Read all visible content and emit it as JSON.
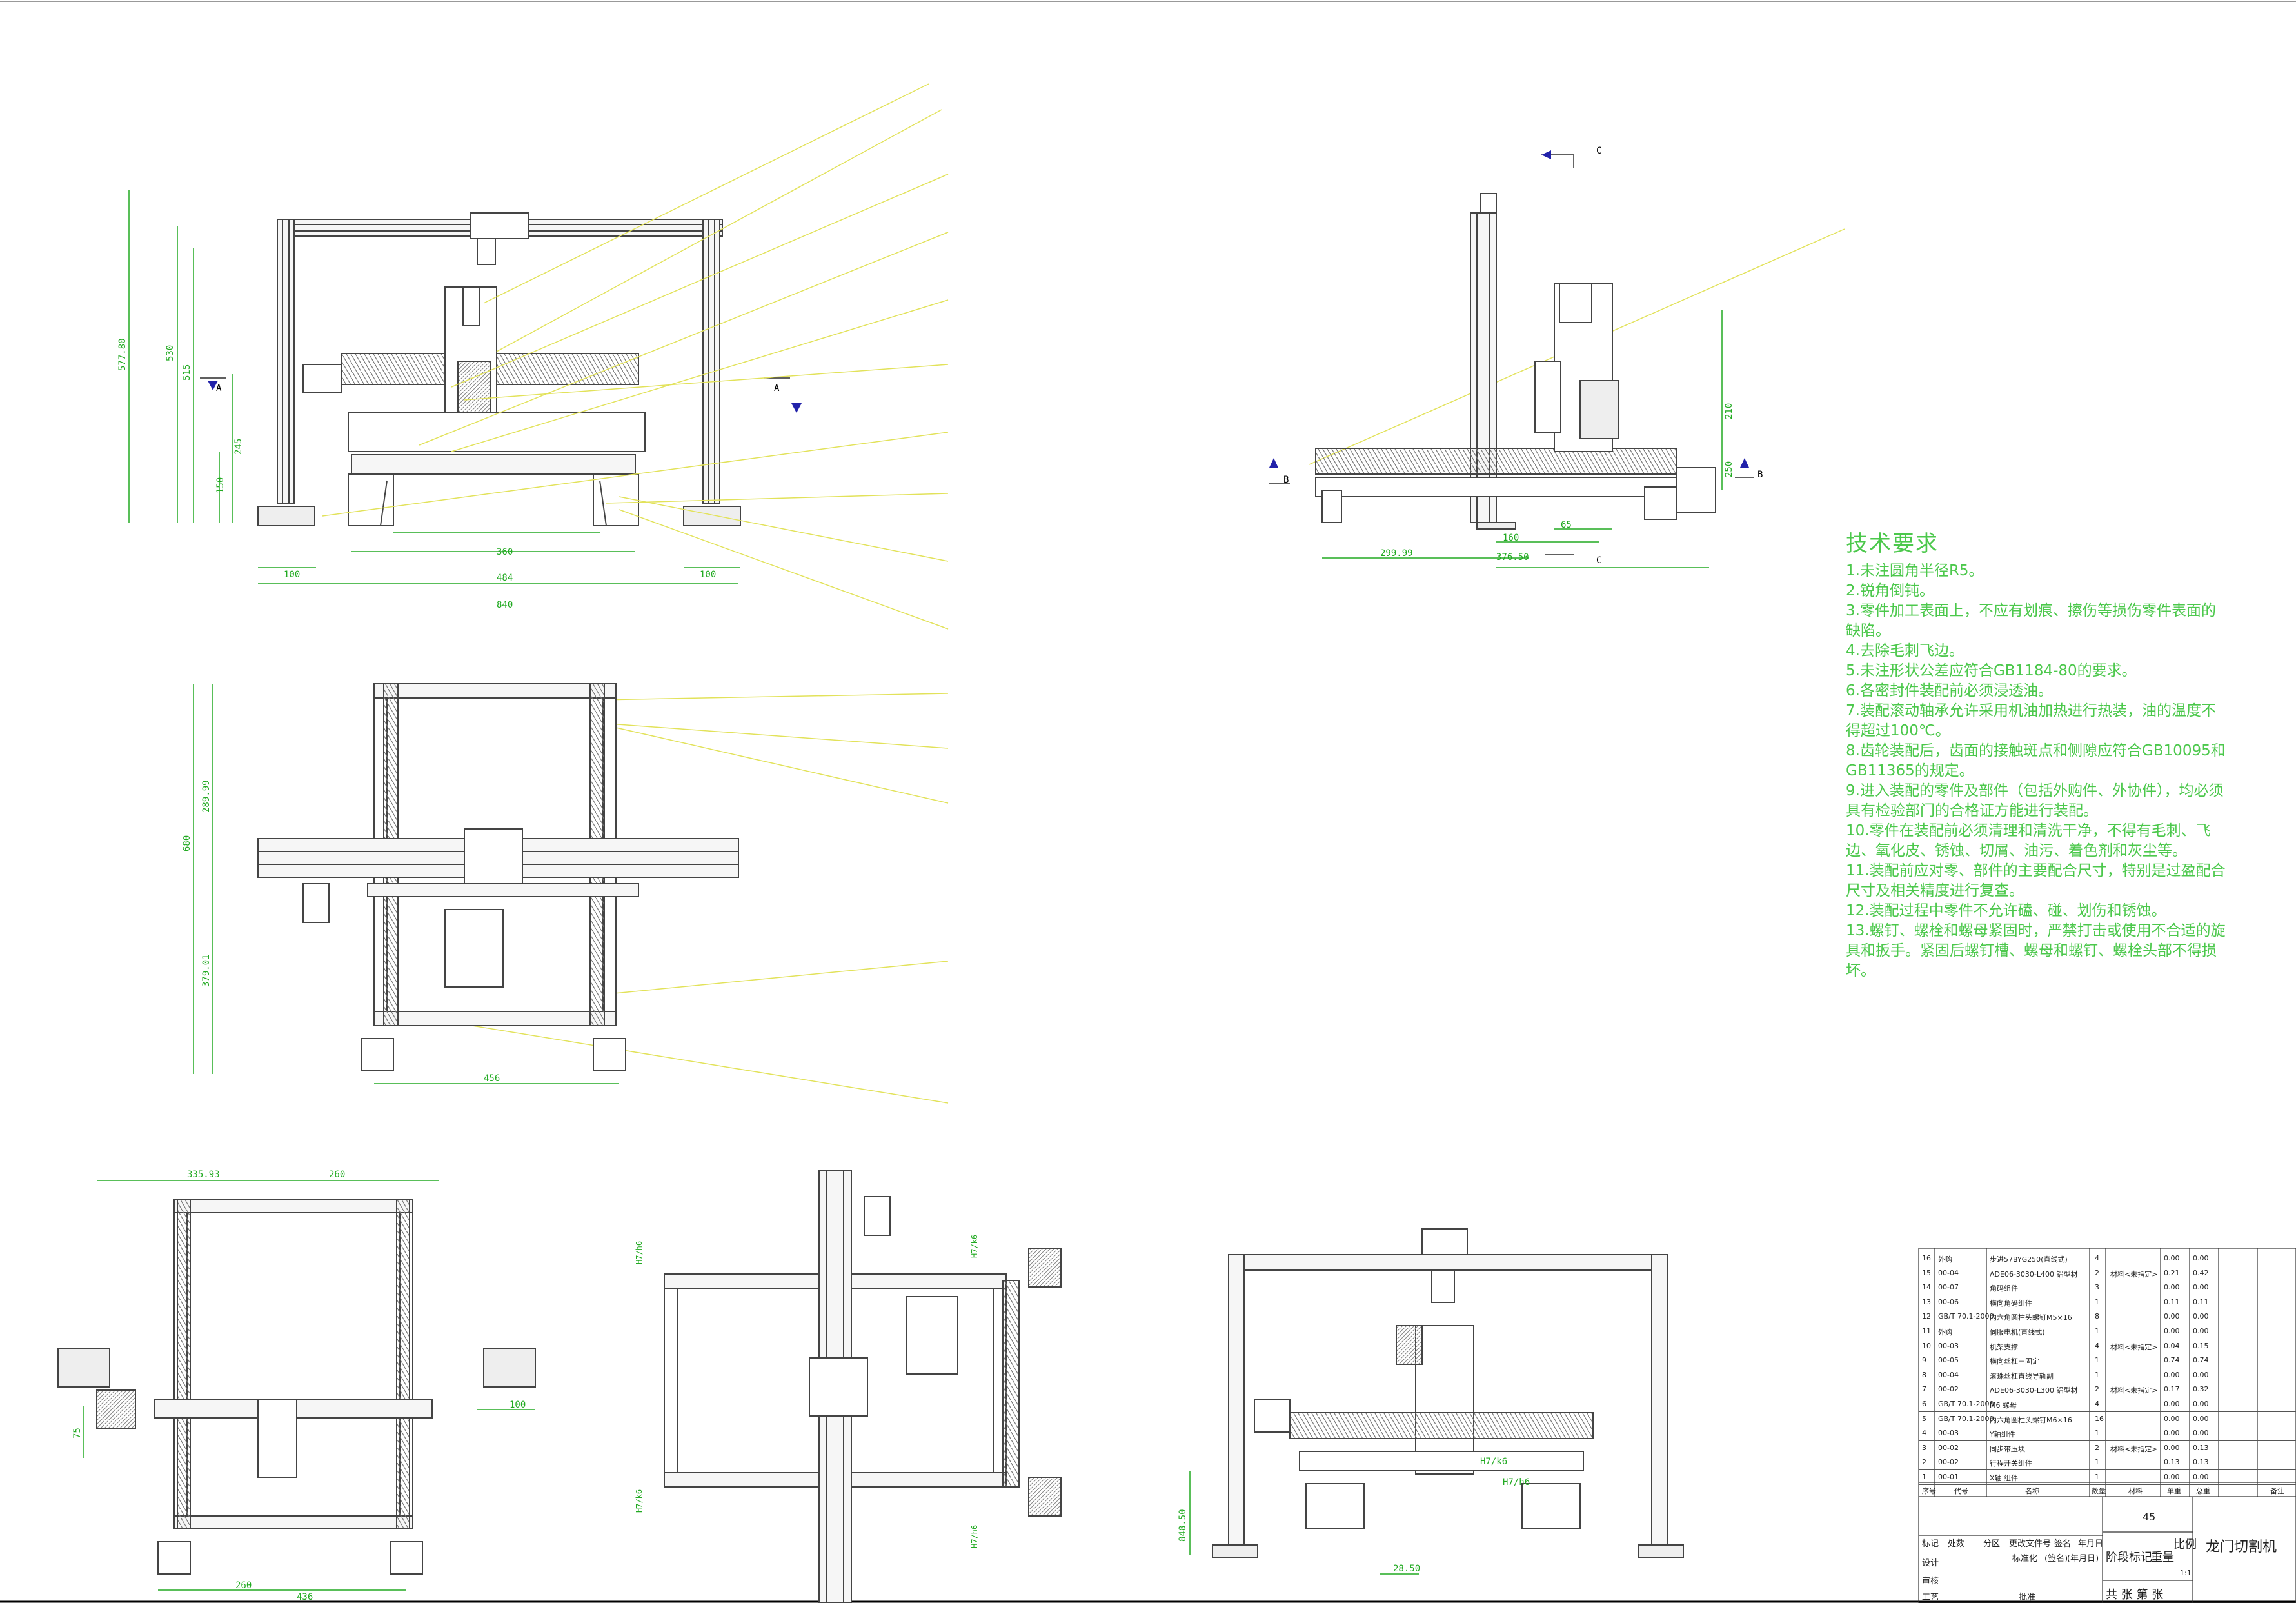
{
  "views": {
    "front": {
      "dims": [
        "577.80",
        "530",
        "515",
        "245",
        "150",
        "360",
        "484",
        "840",
        "100",
        "100"
      ],
      "section_marks": [
        "A",
        "A"
      ]
    },
    "side": {
      "dims": [
        "210",
        "250",
        "299.99",
        "160",
        "376.50",
        "65"
      ],
      "section_marks": [
        "C",
        "C",
        "B",
        "B"
      ]
    },
    "top": {
      "dims": [
        "680",
        "289.99",
        "379.01",
        "456"
      ]
    },
    "bottom_left": {
      "dims": [
        "335.93",
        "260",
        "260",
        "436",
        "100",
        "75"
      ]
    },
    "bottom_right": {
      "dims": [
        "848.50",
        "28.50",
        "H7/k6",
        "H7/h6"
      ]
    },
    "bottom_middle": {
      "fits": [
        "H7/h6",
        "H7/k6",
        "H7/k6",
        "H7/h6"
      ]
    }
  },
  "tech_requirements": {
    "title": "技术要求",
    "items": [
      "1.未注圆角半径R5。",
      "2.锐角倒钝。",
      "3.零件加工表面上，不应有划痕、擦伤等损伤零件表面的缺陷。",
      "4.去除毛刺飞边。",
      "5.未注形状公差应符合GB1184-80的要求。",
      "6.各密封件装配前必须浸透油。",
      "7.装配滚动轴承允许采用机油加热进行热装，油的温度不得超过100℃。",
      "8.齿轮装配后，齿面的接触斑点和侧隙应符合GB10095和GB11365的规定。",
      "9.进入装配的零件及部件（包括外购件、外协件），均必须具有检验部门的合格证方能进行装配。",
      "10.零件在装配前必须清理和清洗干净，不得有毛刺、飞边、氧化皮、锈蚀、切屑、油污、着色剂和灰尘等。",
      "11.装配前应对零、部件的主要配合尺寸，特别是过盈配合尺寸及相关精度进行复查。",
      "12.装配过程中零件不允许磕、碰、划伤和锈蚀。",
      "13.螺钉、螺栓和螺母紧固时，严禁打击或使用不合适的旋具和扳手。紧固后螺钉槽、螺母和螺钉、螺栓头部不得损坏。"
    ]
  },
  "bom": {
    "rows": [
      {
        "no": "16",
        "code": "外购",
        "name": "步进57BYG250(直线式)",
        "qty": "4",
        "mat": "",
        "w1": "0.00",
        "w2": "0.00"
      },
      {
        "no": "15",
        "code": "00-04",
        "name": "ADE06-3030-L400 铝型材",
        "qty": "2",
        "mat": "材料<未指定>",
        "w1": "0.21",
        "w2": "0.42"
      },
      {
        "no": "14",
        "code": "00-07",
        "name": "角码组件",
        "qty": "3",
        "mat": "",
        "w1": "0.00",
        "w2": "0.00"
      },
      {
        "no": "13",
        "code": "00-06",
        "name": "横向角码组件",
        "qty": "1",
        "mat": "",
        "w1": "0.11",
        "w2": "0.11"
      },
      {
        "no": "12",
        "code": "GB/T 70.1-2000",
        "name": "内六角圆柱头螺钉M5×16",
        "qty": "8",
        "mat": "",
        "w1": "0.00",
        "w2": "0.00"
      },
      {
        "no": "11",
        "code": "外购",
        "name": "伺服电机(直线式)",
        "qty": "1",
        "mat": "",
        "w1": "0.00",
        "w2": "0.00"
      },
      {
        "no": "10",
        "code": "00-03",
        "name": "机架支撑",
        "qty": "4",
        "mat": "材料<未指定>",
        "w1": "0.04",
        "w2": "0.15"
      },
      {
        "no": "9",
        "code": "00-05",
        "name": "横向丝杠－固定",
        "qty": "1",
        "mat": "",
        "w1": "0.74",
        "w2": "0.74"
      },
      {
        "no": "8",
        "code": "00-04",
        "name": "滚珠丝杠直线导轨副",
        "qty": "1",
        "mat": "",
        "w1": "0.00",
        "w2": "0.00"
      },
      {
        "no": "7",
        "code": "00-02",
        "name": "ADE06-3030-L300 铝型材",
        "qty": "2",
        "mat": "材料<未指定>",
        "w1": "0.17",
        "w2": "0.32"
      },
      {
        "no": "6",
        "code": "GB/T 70.1-2000",
        "name": "M6 螺母",
        "qty": "4",
        "mat": "",
        "w1": "0.00",
        "w2": "0.00"
      },
      {
        "no": "5",
        "code": "GB/T 70.1-2000",
        "name": "内六角圆柱头螺钉M6×16",
        "qty": "16",
        "mat": "",
        "w1": "0.00",
        "w2": "0.00"
      },
      {
        "no": "4",
        "code": "00-03",
        "name": "Y轴组件",
        "qty": "1",
        "mat": "",
        "w1": "0.00",
        "w2": "0.00"
      },
      {
        "no": "3",
        "code": "00-02",
        "name": "同步带压块",
        "qty": "2",
        "mat": "材料<未指定>",
        "w1": "0.00",
        "w2": "0.13"
      },
      {
        "no": "2",
        "code": "00-02",
        "name": "行程开关组件",
        "qty": "1",
        "mat": "",
        "w1": "0.13",
        "w2": "0.13"
      },
      {
        "no": "1",
        "code": "00-01",
        "name": "X轴 组件",
        "qty": "1",
        "mat": "",
        "w1": "0.00",
        "w2": "0.00"
      }
    ],
    "header": [
      "序号",
      "代号",
      "名称",
      "数量",
      "材料",
      "单重",
      "总重",
      "备注"
    ],
    "material": "45",
    "title": "龙门切割机",
    "sign_labels": [
      "标记",
      "处数",
      "分区",
      "更改文件号",
      "签名",
      "年月日"
    ],
    "role_labels": [
      "设计",
      "审核",
      "工艺",
      "批准"
    ],
    "extra_labels": [
      "标准化",
      "(签名)",
      "(年月日)"
    ],
    "stage_labels": [
      "阶段标记",
      "重量",
      "比例"
    ],
    "scale": "1:1",
    "sheets": "共 张 第 张"
  }
}
